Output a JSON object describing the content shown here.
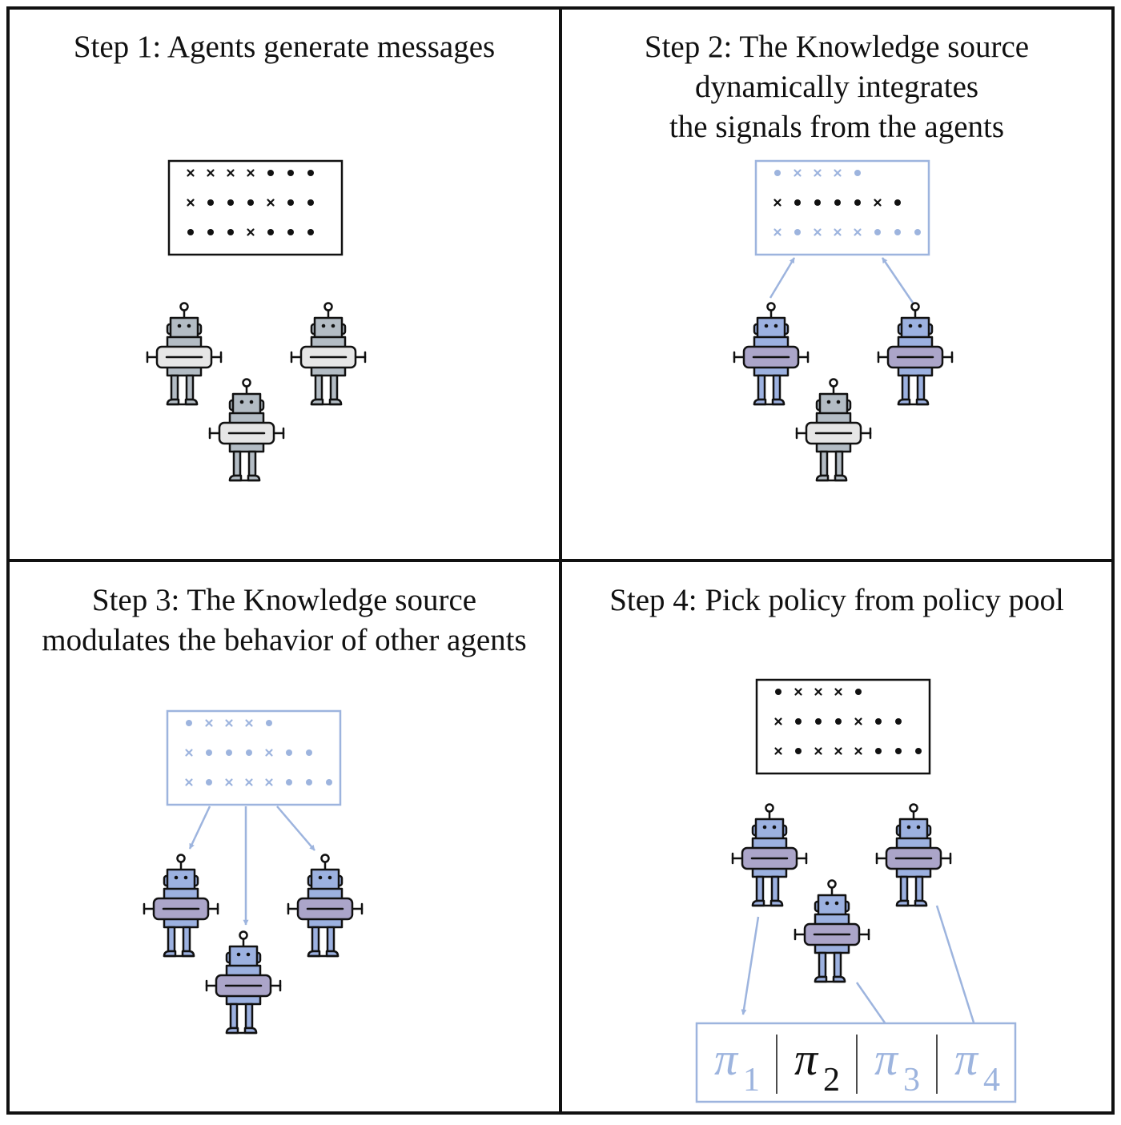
{
  "panels": [
    {
      "title": "Step 1: Agents generate messages"
    },
    {
      "title": "Step 2: The Knowledge source\ndynamically integrates\nthe signals from the agents"
    },
    {
      "title": "Step 3: The Knowledge source\nmodulates the behavior of other agents"
    },
    {
      "title": "Step 4: Pick policy from policy pool"
    }
  ],
  "policy_pool": [
    {
      "symbol": "π",
      "sub": "1",
      "selected": false
    },
    {
      "symbol": "π",
      "sub": "2",
      "selected": true
    },
    {
      "symbol": "π",
      "sub": "3",
      "selected": false
    },
    {
      "symbol": "π",
      "sub": "4",
      "selected": false
    }
  ],
  "colors": {
    "border": "#111111",
    "accent": "#9db4de",
    "robot_gray_body": "#b3bcc4",
    "robot_gray_belt": "#e6e6e6",
    "robot_blue_body": "#9cb1e0",
    "robot_purple_belt": "#aba5c9"
  },
  "icons": [
    "robot-icon",
    "message-board-icon",
    "arrow-icon"
  ]
}
